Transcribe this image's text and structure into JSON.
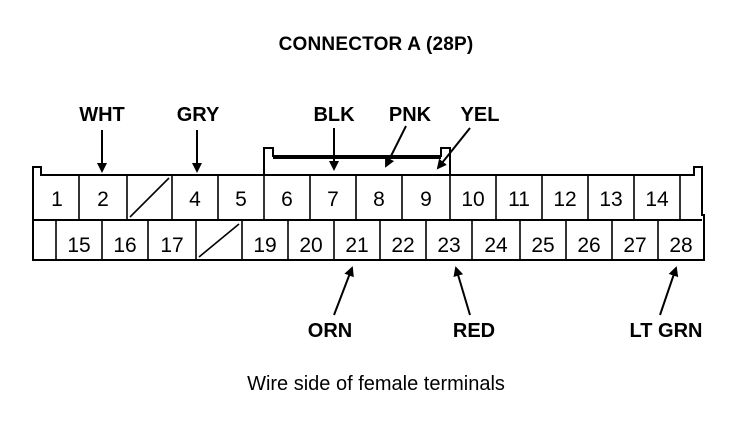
{
  "title": "CONNECTOR A (28P)",
  "caption": "Wire side of female terminals",
  "top_labels": [
    "WHT",
    "GRY",
    "BLK",
    "PNK",
    "YEL"
  ],
  "bottom_labels": [
    "ORN",
    "RED",
    "LT GRN"
  ],
  "top_row_cells": [
    "1",
    "2",
    "",
    "4",
    "5",
    "6",
    "7",
    "8",
    "9",
    "10",
    "11",
    "12",
    "13",
    "14"
  ],
  "bottom_row_cells": [
    "15",
    "16",
    "17",
    "",
    "19",
    "20",
    "21",
    "22",
    "23",
    "24",
    "25",
    "26",
    "27",
    "28"
  ]
}
